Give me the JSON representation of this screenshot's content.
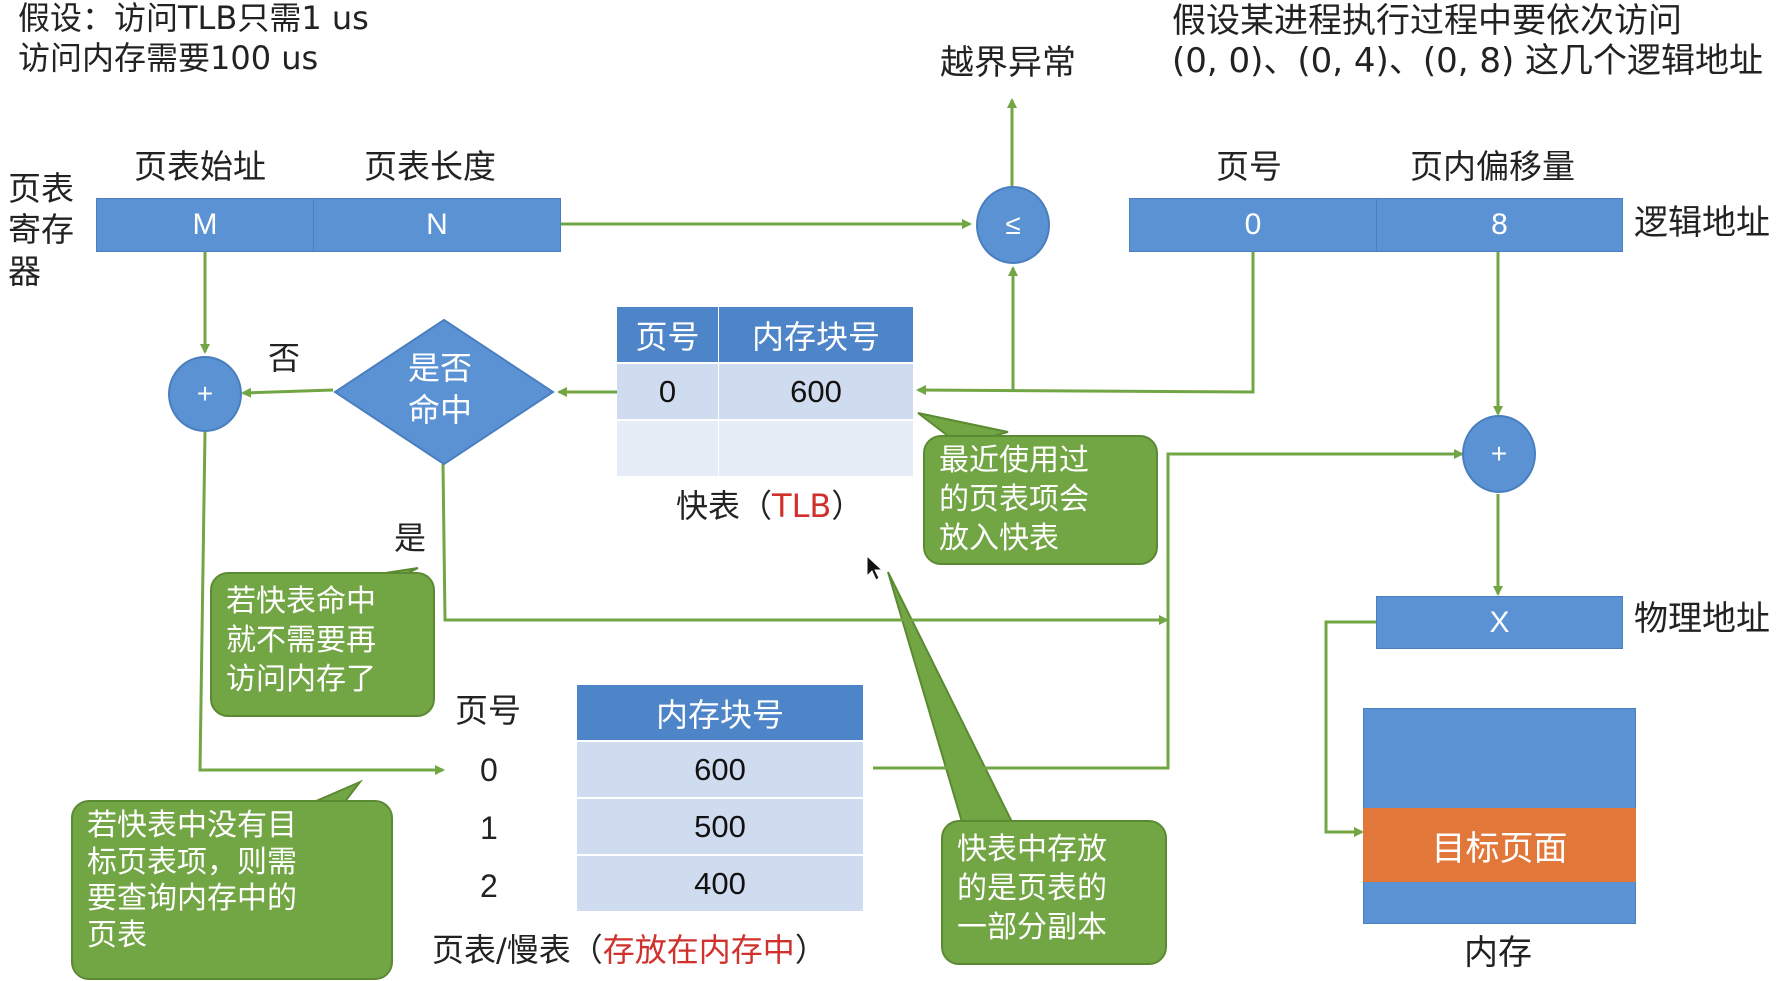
{
  "assumption": {
    "line1": "假设：访问TLB只需1 us",
    "line2": "访问内存需要100 us"
  },
  "scenario": {
    "line1": "假设某进程执行过程中要依次访问",
    "line2": "(0, 0)、(0, 4)、(0, 8) 这几个逻辑地址"
  },
  "page_table_register": {
    "label": "页表寄存器",
    "start_label": "页表始址",
    "length_label": "页表长度",
    "start_value": "M",
    "length_value": "N"
  },
  "compare": {
    "symbol": "≤",
    "overflow_label": "越界异常"
  },
  "logical_address": {
    "label": "逻辑地址",
    "page_label": "页号",
    "offset_label": "页内偏移量",
    "page_value": "0",
    "offset_value": "8"
  },
  "tlb": {
    "headers": [
      "页号",
      "内存块号"
    ],
    "rows": [
      [
        "0",
        "600"
      ],
      [
        "",
        ""
      ]
    ],
    "caption_prefix": "快表（",
    "caption_highlight": "TLB",
    "caption_suffix": "）"
  },
  "hit_check": {
    "line1": "是否",
    "line2": "命中",
    "no_label": "否",
    "yes_label": "是"
  },
  "adders": {
    "left": "+",
    "right": "+"
  },
  "page_table": {
    "page_label": "页号",
    "block_header": "内存块号",
    "pages": [
      "0",
      "1",
      "2"
    ],
    "blocks": [
      "600",
      "500",
      "400"
    ],
    "caption_prefix": "页表/慢表（",
    "caption_highlight": "存放在内存中",
    "caption_suffix": "）"
  },
  "physical_address": {
    "label": "物理地址",
    "value": "X"
  },
  "memory": {
    "label": "内存",
    "target_page": "目标页面"
  },
  "callouts": {
    "recent": [
      "最近使用过",
      "的页表项会",
      "放入快表"
    ],
    "hit": [
      "若快表命中",
      "就不需要再",
      "访问内存了"
    ],
    "miss": [
      "若快表中没有目",
      "标页表项，则需",
      "要查询内存中的",
      "页表"
    ],
    "copy": [
      "快表中存放",
      "的是页表的",
      "一部分副本"
    ]
  },
  "colors": {
    "box_blue": "#5b92d3",
    "header_blue": "#4e85c9",
    "cell_light": "#cfdbee",
    "arrow_green": "#72a544",
    "callout_green": "#72a544",
    "target_orange": "#e2773a",
    "highlight_red": "#d0312d"
  }
}
